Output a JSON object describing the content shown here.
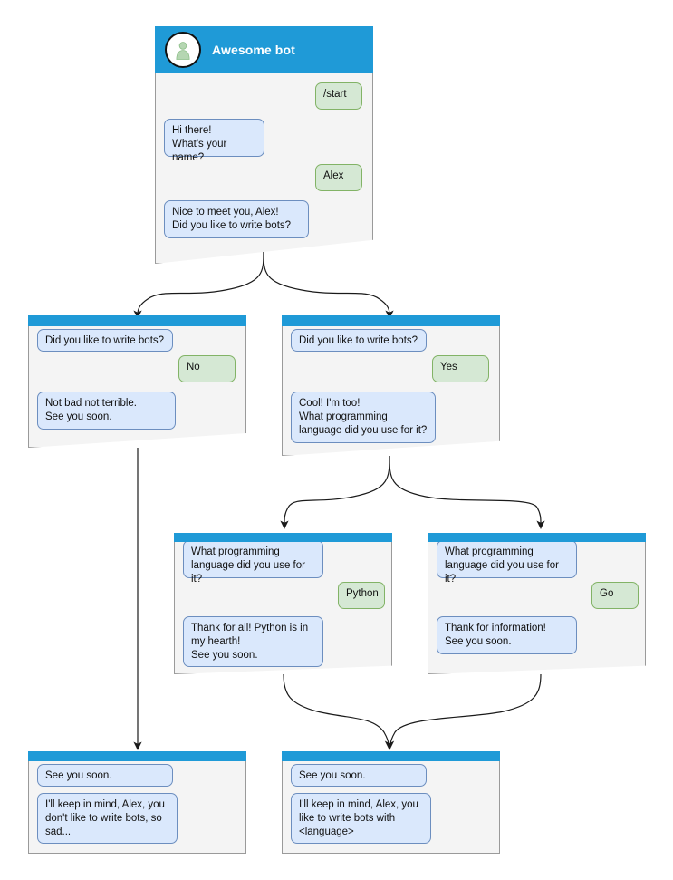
{
  "diagram": {
    "title": "Awesome bot conversation flow",
    "colors": {
      "header_blue": "#1f9ad7",
      "window_bg": "#f4f4f4",
      "bot_bubble_fill": "#dae8fc",
      "bot_bubble_border": "#6c8ebf",
      "user_bubble_fill": "#d5e8d4",
      "user_bubble_border": "#82b366",
      "avatar_person": "#b5d6b2",
      "edge": "#1a1a1a",
      "canvas": "#ffffff"
    }
  },
  "nodes": {
    "root": {
      "header_title": "Awesome bot",
      "avatar_icon": "person-avatar-icon",
      "messages": [
        {
          "from": "user",
          "text": "/start"
        },
        {
          "from": "bot",
          "text": "Hi there!\nWhat's your name?"
        },
        {
          "from": "user",
          "text": "Alex"
        },
        {
          "from": "bot",
          "text": "Nice to meet you, Alex!\nDid you like to write bots?"
        }
      ]
    },
    "no_branch": {
      "header_title": "",
      "messages": [
        {
          "from": "bot",
          "text": "Did you like to write bots?"
        },
        {
          "from": "user",
          "text": "No"
        },
        {
          "from": "bot",
          "text": "Not bad not terrible.\nSee you soon."
        }
      ]
    },
    "yes_branch": {
      "header_title": "",
      "messages": [
        {
          "from": "bot",
          "text": "Did you like to write bots?"
        },
        {
          "from": "user",
          "text": "Yes"
        },
        {
          "from": "bot",
          "text": "Cool! I'm too!\nWhat programming\nlanguage did you use for it?"
        }
      ]
    },
    "python_branch": {
      "header_title": "",
      "messages": [
        {
          "from": "bot",
          "text": "What programming\nlanguage did you use for it?"
        },
        {
          "from": "user",
          "text": "Python"
        },
        {
          "from": "bot",
          "text": "Thank for all! Python is in\nmy hearth!\nSee you soon."
        }
      ]
    },
    "go_branch": {
      "header_title": "",
      "messages": [
        {
          "from": "bot",
          "text": "What programming\nlanguage did you use for it?"
        },
        {
          "from": "user",
          "text": "Go"
        },
        {
          "from": "bot",
          "text": "Thank for information!\nSee you soon."
        }
      ]
    },
    "end_sad": {
      "header_title": "",
      "messages": [
        {
          "from": "bot",
          "text": "See you soon."
        },
        {
          "from": "bot",
          "text": "I'll keep in mind, Alex, you\ndon't like to write bots, so\nsad..."
        }
      ]
    },
    "end_happy": {
      "header_title": "",
      "messages": [
        {
          "from": "bot",
          "text": "See you soon."
        },
        {
          "from": "bot",
          "text": "I'll keep in mind, Alex, you\nlike to write bots with\n<language>"
        }
      ]
    }
  }
}
